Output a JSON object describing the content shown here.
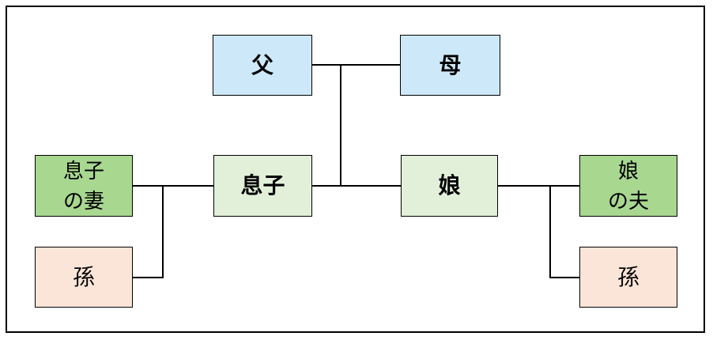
{
  "diagram": {
    "type": "family-tree",
    "nodes": {
      "father": {
        "label": "父",
        "fill": "#cde9f9",
        "bold": true,
        "role": "father"
      },
      "mother": {
        "label": "母",
        "fill": "#cde9f9",
        "bold": true,
        "role": "mother"
      },
      "son_wife": {
        "label": "息子\nの妻",
        "fill": "#a8d790",
        "bold": false,
        "role": "son's wife"
      },
      "son": {
        "label": "息子",
        "fill": "#e2f0da",
        "bold": true,
        "role": "son"
      },
      "daughter": {
        "label": "娘",
        "fill": "#e2f0da",
        "bold": true,
        "role": "daughter"
      },
      "daughter_husband": {
        "label": "娘\nの夫",
        "fill": "#a8d790",
        "bold": false,
        "role": "daughter's husband"
      },
      "grandchild_left": {
        "label": "孫",
        "fill": "#fbe5d8",
        "bold": false,
        "role": "grandchild"
      },
      "grandchild_right": {
        "label": "孫",
        "fill": "#fbe5d8",
        "bold": false,
        "role": "grandchild"
      }
    },
    "edges": [
      {
        "from": "father",
        "to": "mother",
        "type": "marriage"
      },
      {
        "from": "father+mother",
        "to": "son",
        "type": "parent-child"
      },
      {
        "from": "father+mother",
        "to": "daughter",
        "type": "parent-child"
      },
      {
        "from": "son_wife",
        "to": "son",
        "type": "marriage"
      },
      {
        "from": "son+son_wife",
        "to": "grandchild_left",
        "type": "parent-child"
      },
      {
        "from": "daughter",
        "to": "daughter_husband",
        "type": "marriage"
      },
      {
        "from": "daughter+daughter_husband",
        "to": "grandchild_right",
        "type": "parent-child"
      }
    ],
    "colors": {
      "parent_generation": "#cde9f9",
      "child_generation": "#e2f0da",
      "in_law": "#a8d790",
      "grandchild_generation": "#fbe5d8",
      "line": "#000000",
      "text": "#000000",
      "background": "#ffffff"
    }
  }
}
